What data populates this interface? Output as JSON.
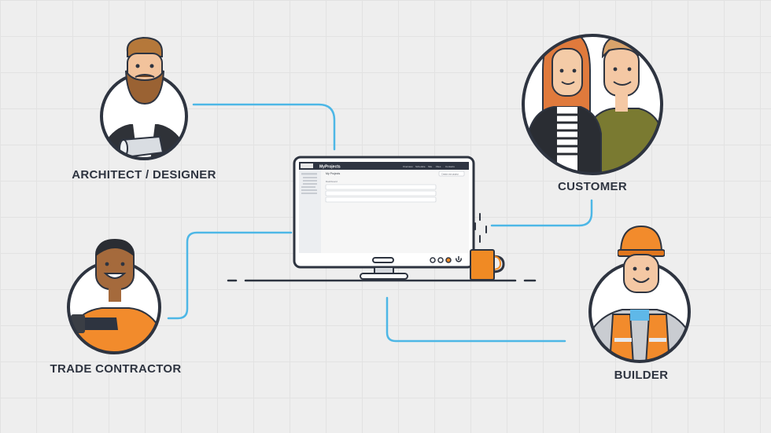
{
  "roles": {
    "architect": {
      "label": "ARCHITECT / DESIGNER"
    },
    "customer": {
      "label": "CUSTOMER"
    },
    "trade": {
      "label": "TRADE CONTRACTOR"
    },
    "builder": {
      "label": "BUILDER"
    }
  },
  "app": {
    "title": "MyProjects",
    "nav": [
      "Overview",
      "Schedule",
      "Site",
      "Files",
      "Contacts"
    ],
    "heading": "My Projects",
    "button_label": "Create new project",
    "section_label": "Dashboard"
  },
  "colors": {
    "connector": "#4db7e6",
    "outline": "#2e3440",
    "mug": "#f08a24",
    "vest": "#f28b2c",
    "hard_hat": "#f28b2c"
  },
  "icons": [
    "power-icon",
    "coffee-mug-icon"
  ]
}
